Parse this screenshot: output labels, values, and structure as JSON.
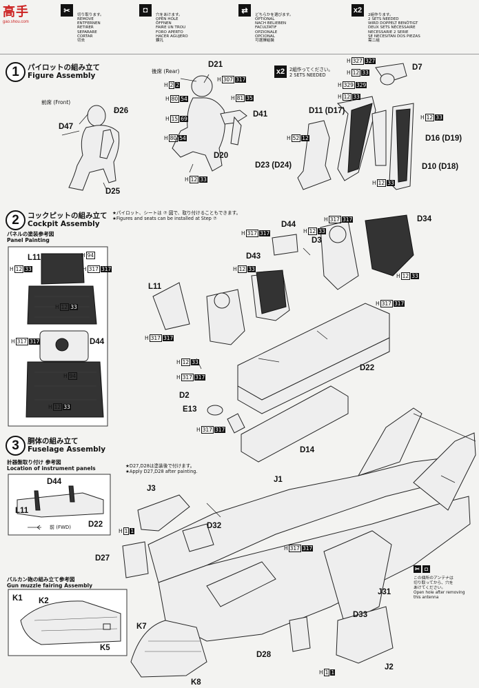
{
  "watermark": {
    "text": "高手",
    "sub": "gao.shou.com"
  },
  "legend": [
    {
      "icon": "cut-icon",
      "glyph": "✂",
      "lines": [
        "切り取ります。",
        "REMOVE",
        "ENTFERNEN",
        "RETIRER",
        "SEPARARE",
        "CORTAR",
        "切去"
      ]
    },
    {
      "icon": "open-hole-icon",
      "glyph": "◘",
      "lines": [
        "穴をあけます。",
        "OPEN HOLE",
        "ÖFFNEN",
        "FAIRE UN TROU",
        "FORO APERTO",
        "HACER AGUJERO",
        "鑽孔"
      ]
    },
    {
      "icon": "optional-icon",
      "glyph": "⇄",
      "lines": [
        "どちらかを選びます。",
        "OPTIONAL",
        "NACH BELIEBEN",
        "FACULTATIF",
        "OPZIONALE",
        "OPCIONAL",
        "可選擇組裝"
      ]
    },
    {
      "icon": "two-sets-icon",
      "glyph": "x2",
      "lines": [
        "2組作ります。",
        "2 SETS NEEDED",
        "WIRD DOPPELT BENÖTIGT",
        "DEUX SETS NÉCESSAIRE",
        "NECESSARIE 2 SERIE",
        "SE NECESITAN DOS PIEZAS",
        "需二組"
      ]
    }
  ],
  "steps": [
    {
      "number": "1",
      "title_jp": "パイロットの組み立て",
      "title_en": "Figure Assembly"
    },
    {
      "number": "2",
      "title_jp": "コックピットの組み立て",
      "title_en": "Cockpit Assembly"
    },
    {
      "number": "3",
      "title_jp": "胴体の組み立て",
      "title_en": "Fuselage Assembly"
    }
  ],
  "step1": {
    "front_label": "前席 (Front)",
    "rear_label": "後席 (Rear)",
    "x2_title": [
      "2組作ってください。",
      "2 SETS NEEDED"
    ],
    "parts": [
      "D21",
      "D26",
      "D47",
      "D25",
      "D41",
      "D20",
      "D7",
      "D11 (D17)",
      "D16 (D19)",
      "D23 (D24)",
      "D10 (D18)"
    ],
    "refs": [
      {
        "h": "H",
        "c1": "2",
        "c2": "2"
      },
      {
        "h": "H",
        "c1": "307",
        "c2": "317"
      },
      {
        "h": "H",
        "c1": "80",
        "c2": "54"
      },
      {
        "h": "H",
        "c1": "81",
        "c2": "35"
      },
      {
        "h": "H",
        "c1": "15",
        "c2": "69"
      },
      {
        "h": "H",
        "c1": "80",
        "c2": "54"
      },
      {
        "h": "H",
        "c1": "12",
        "c2": "33"
      },
      {
        "h": "H",
        "c1": "327",
        "c2": "327"
      },
      {
        "h": "H",
        "c1": "12",
        "c2": "33"
      },
      {
        "h": "H",
        "c1": "329",
        "c2": "329"
      },
      {
        "h": "H",
        "c1": "12",
        "c2": "33"
      },
      {
        "h": "H",
        "c1": "12",
        "c2": "33"
      },
      {
        "h": "H",
        "c1": "52",
        "c2": "12"
      },
      {
        "h": "H",
        "c1": "12",
        "c2": "33"
      }
    ]
  },
  "step2": {
    "panel_title_jp": "パネルの塗装参考図",
    "panel_title_en": "Panel Painting",
    "note_jp": "★パイロット、シートは ⑦ 図で、取り付けることもできます。",
    "note_en": "★Figures and seats can be installed at Step ⑦",
    "parts": [
      "L11",
      "D44",
      "D34",
      "D3",
      "D43",
      "L11",
      "D22",
      "D2",
      "E13",
      "D14"
    ],
    "refs": [
      {
        "h": "H",
        "c1": "94",
        "c2": ""
      },
      {
        "h": "H",
        "c1": "12",
        "c2": "33"
      },
      {
        "h": "H",
        "c1": "317",
        "c2": "317"
      },
      {
        "h": "H",
        "c1": "12",
        "c2": "33"
      },
      {
        "h": "H",
        "c1": "317",
        "c2": "317"
      },
      {
        "h": "H",
        "c1": "94",
        "c2": ""
      },
      {
        "h": "H",
        "c1": "12",
        "c2": "33"
      },
      {
        "h": "H",
        "c1": "317",
        "c2": "317"
      },
      {
        "h": "H",
        "c1": "12",
        "c2": "33"
      },
      {
        "h": "H",
        "c1": "317",
        "c2": "317"
      },
      {
        "h": "H",
        "c1": "12",
        "c2": "33"
      },
      {
        "h": "H",
        "c1": "12",
        "c2": "33"
      },
      {
        "h": "H",
        "c1": "317",
        "c2": "317"
      },
      {
        "h": "H",
        "c1": "317",
        "c2": "317"
      },
      {
        "h": "H",
        "c1": "12",
        "c2": "33"
      },
      {
        "h": "H",
        "c1": "317",
        "c2": "317"
      },
      {
        "h": "H",
        "c1": "317",
        "c2": "317"
      }
    ]
  },
  "step3": {
    "note_jp": "★D27,D28は塗装後で付けます。",
    "note_en": "★Apply D27,D28 after painting.",
    "instrument_title_jp": "計器盤取り付け 参考図",
    "instrument_title_en": "Location of instrument panels",
    "instrument_parts": [
      "D44",
      "L11",
      "D22"
    ],
    "fwd_label": "前 (FWD)",
    "gun_title_jp": "バルカン砲の組み立て参考図",
    "gun_title_en": "Gun muzzle fairing Assembly",
    "gun_parts": [
      "K1",
      "K2",
      "K5"
    ],
    "parts": [
      "J3",
      "J1",
      "D32",
      "D27",
      "J31",
      "D33",
      "D28",
      "J2",
      "K7",
      "K8"
    ],
    "refs": [
      {
        "h": "H",
        "c1": "1",
        "c2": "1"
      },
      {
        "h": "H",
        "c1": "317",
        "c2": "317"
      },
      {
        "h": "H",
        "c1": "1",
        "c2": "1"
      }
    ],
    "antenna_note": [
      "この個所のアンテナは",
      "切り取ってから、穴を",
      "あけてください。",
      "Open hole after removing",
      "this antenna"
    ]
  }
}
